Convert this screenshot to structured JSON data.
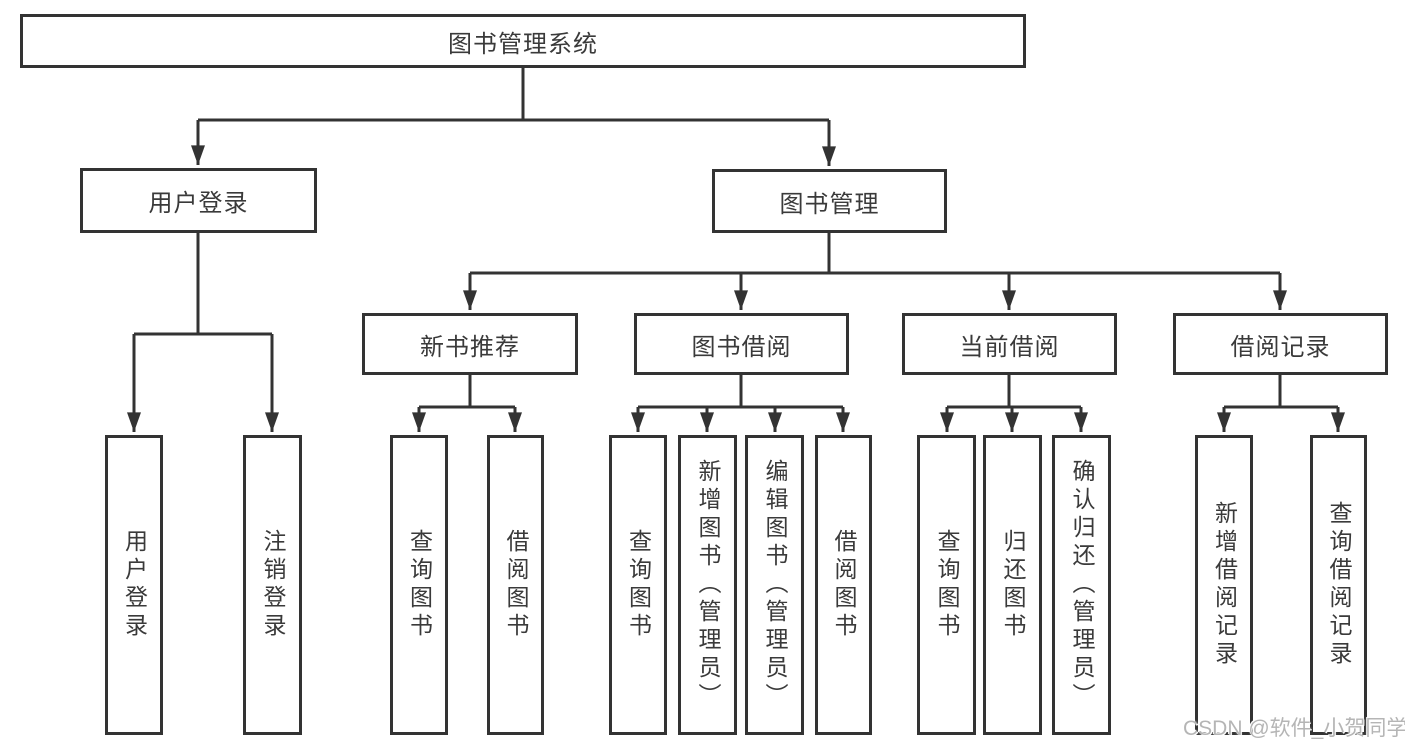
{
  "colors": {
    "line": "#333333",
    "text": "#3a3a3a",
    "watermark": "#b5b5b5"
  },
  "diagram": {
    "root": {
      "label": "图书管理系统"
    },
    "level2": {
      "userLogin": {
        "label": "用户登录"
      },
      "bookMgmt": {
        "label": "图书管理"
      }
    },
    "level3": {
      "newBookRec": {
        "label": "新书推荐"
      },
      "bookBorrow": {
        "label": "图书借阅"
      },
      "currentBorrow": {
        "label": "当前借阅"
      },
      "borrowRecord": {
        "label": "借阅记录"
      }
    },
    "leaves": {
      "userLoginLeaf": {
        "label": "用户登录"
      },
      "logoutLogin": {
        "label": "注销登录"
      },
      "recQueryBook": {
        "label": "查询图书"
      },
      "recBorrowBook": {
        "label": "借阅图书"
      },
      "bbQueryBook": {
        "label": "查询图书"
      },
      "bbAddBook": {
        "label": "新增图书（管理员）"
      },
      "bbEditBook": {
        "label": "编辑图书（管理员）"
      },
      "bbBorrowBook": {
        "label": "借阅图书"
      },
      "cbQueryBook": {
        "label": "查询图书"
      },
      "cbReturnBook": {
        "label": "归还图书"
      },
      "cbConfirmReturn": {
        "label": "确认归还（管理员）"
      },
      "brAddRecord": {
        "label": "新增借阅记录"
      },
      "brQueryRecord": {
        "label": "查询借阅记录"
      }
    }
  },
  "watermark": {
    "text": "CSDN @软件_小贺同学"
  }
}
